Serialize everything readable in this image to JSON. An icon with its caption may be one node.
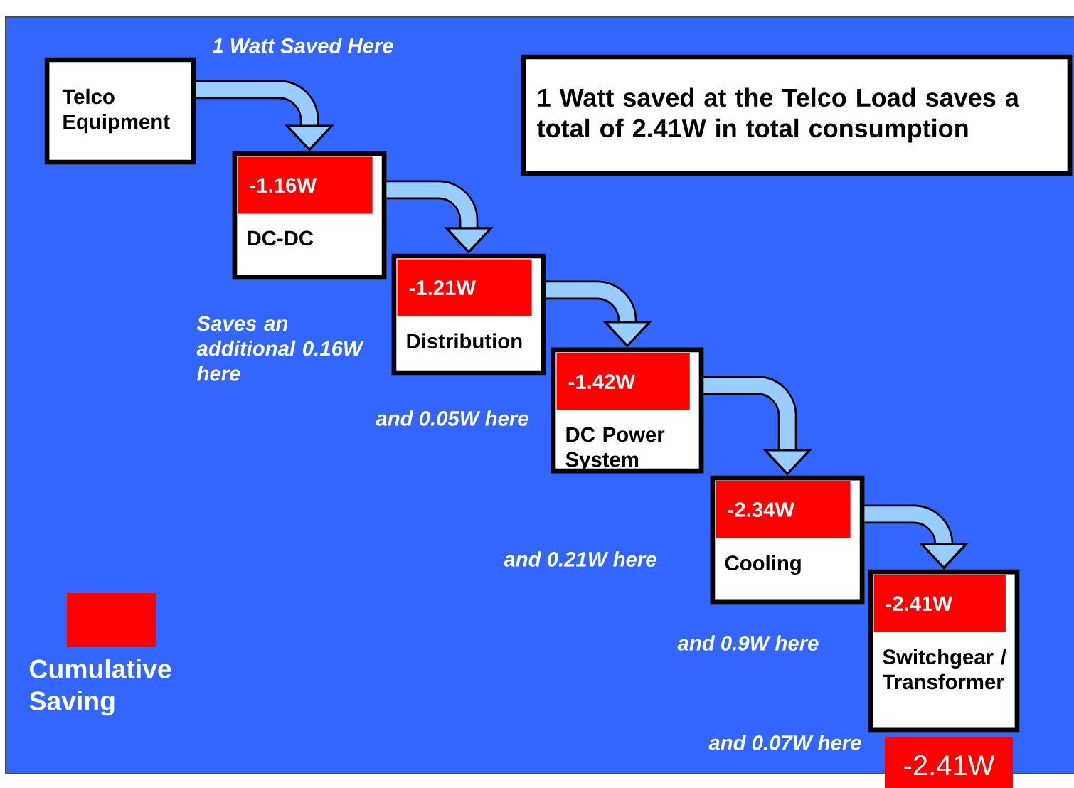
{
  "diagram": {
    "nodes": [
      {
        "text": [
          "Telco Equipment"
        ]
      },
      {
        "text": [
          "-1.16W",
          "DC-DC"
        ]
      },
      {
        "text": [
          "-1.21W",
          "Distribution"
        ]
      },
      {
        "text": [
          "-1.42W",
          "DC Power System"
        ]
      },
      {
        "text": [
          "-2.34W",
          "Cooling"
        ]
      },
      {
        "text": [
          "-2.41W",
          "Switchgear / Transformer"
        ]
      },
      {
        "text": [
          "1 Watt saved at the Telco Load saves a total of 2.41W in total consumption"
        ]
      },
      {
        "text": [
          "-2.41W"
        ]
      }
    ],
    "edges": [
      {
        "from": 0,
        "to": 1,
        "arrow": "to"
      },
      {
        "from": 1,
        "to": 2,
        "arrow": "to"
      },
      {
        "from": 2,
        "to": 3,
        "arrow": "to"
      },
      {
        "from": 3,
        "to": 4,
        "arrow": "to"
      },
      {
        "from": 4,
        "to": 5,
        "arrow": "to"
      }
    ],
    "labels": [
      "1 Watt Saved Here",
      "Saves an additional 0.16W here",
      "and 0.05W here",
      "and 0.21W here",
      "and 0.9W here",
      "and 0.07W here"
    ],
    "legend": [
      {
        "text": "Cumulative Saving",
        "color": "#ff0000"
      }
    ]
  }
}
